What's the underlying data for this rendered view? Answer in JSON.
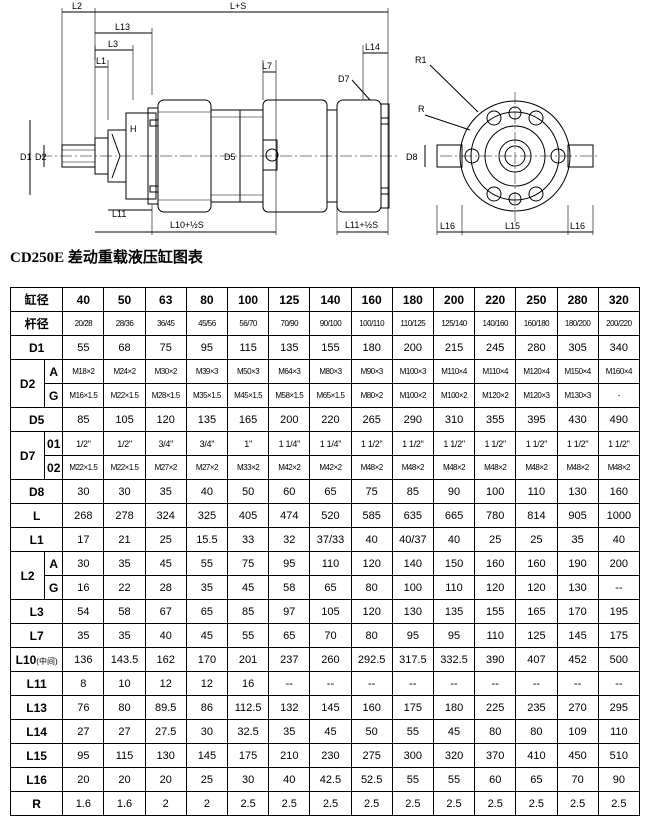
{
  "drawing": {
    "dim_labels": {
      "L2": "L2",
      "LS": "L+S",
      "L13": "L13",
      "L3": "L3",
      "L1": "L1",
      "L14": "L14",
      "L7": "L7",
      "D7": "D7",
      "H": "H",
      "D1": "D1",
      "D2": "D2",
      "D5": "D5",
      "L11": "L11",
      "L10": "L10+½S",
      "L11b": "L11+½S",
      "R1": "R1",
      "R": "R",
      "D8": "D8",
      "L16a": "L16",
      "L15": "L15",
      "L16b": "L16"
    }
  },
  "title": "CD250E 差动重载液压缸图表",
  "table": {
    "header_label": "缸径",
    "bores": [
      "40",
      "50",
      "63",
      "80",
      "100",
      "125",
      "140",
      "160",
      "180",
      "200",
      "220",
      "250",
      "280",
      "320"
    ],
    "rod_label": "杆径",
    "rods": [
      "20/28",
      "28/36",
      "36/45",
      "45/56",
      "56/70",
      "70/90",
      "90/100",
      "100/110",
      "110/125",
      "125/140",
      "140/160",
      "160/180",
      "180/200",
      "200/220"
    ],
    "rows": {
      "D1": {
        "label": "D1",
        "values": [
          "55",
          "68",
          "75",
          "95",
          "115",
          "135",
          "155",
          "180",
          "200",
          "215",
          "245",
          "280",
          "305",
          "340"
        ]
      },
      "D2A": {
        "label": "D2",
        "sub": "A",
        "values": [
          "M18×2",
          "M24×2",
          "M30×2",
          "M39×3",
          "M50×3",
          "M64×3",
          "M80×3",
          "M90×3",
          "M100×3",
          "M110×4",
          "M110×4",
          "M120×4",
          "M150×4",
          "M160×4"
        ]
      },
      "D2G": {
        "sub": "G",
        "values": [
          "M16×1.5",
          "M22×1.5",
          "M28×1.5",
          "M35×1.5",
          "M45×1.5",
          "M58×1.5",
          "M65×1.5",
          "M80×2",
          "M100×2",
          "M100×2",
          "M120×2",
          "M120×3",
          "M130×3",
          "-"
        ]
      },
      "D5": {
        "label": "D5",
        "values": [
          "85",
          "105",
          "120",
          "135",
          "165",
          "200",
          "220",
          "265",
          "290",
          "310",
          "355",
          "395",
          "430",
          "490"
        ]
      },
      "D701": {
        "label": "D7",
        "sub": "01",
        "values": [
          "1/2\"",
          "1/2\"",
          "3/4\"",
          "3/4\"",
          "1\"",
          "1 1/4\"",
          "1 1/4\"",
          "1 1/2\"",
          "1 1/2\"",
          "1 1/2\"",
          "1 1/2\"",
          "1 1/2\"",
          "1 1/2\"",
          "1 1/2\""
        ]
      },
      "D702": {
        "sub": "02",
        "values": [
          "M22×1.5",
          "M22×1.5",
          "M27×2",
          "M27×2",
          "M33×2",
          "M42×2",
          "M42×2",
          "M48×2",
          "M48×2",
          "M48×2",
          "M48×2",
          "M48×2",
          "M48×2",
          "M48×2"
        ]
      },
      "D8": {
        "label": "D8",
        "values": [
          "30",
          "30",
          "35",
          "40",
          "50",
          "60",
          "65",
          "75",
          "85",
          "90",
          "100",
          "110",
          "130",
          "160"
        ]
      },
      "L": {
        "label": "L",
        "values": [
          "268",
          "278",
          "324",
          "325",
          "405",
          "474",
          "520",
          "585",
          "635",
          "665",
          "780",
          "814",
          "905",
          "1000"
        ]
      },
      "L1": {
        "label": "L1",
        "values": [
          "17",
          "21",
          "25",
          "15.5",
          "33",
          "32",
          "37/33",
          "40",
          "40/37",
          "40",
          "25",
          "25",
          "35",
          "40"
        ]
      },
      "L2A": {
        "label": "L2",
        "sub": "A",
        "values": [
          "30",
          "35",
          "45",
          "55",
          "75",
          "95",
          "110",
          "120",
          "140",
          "150",
          "160",
          "160",
          "190",
          "200"
        ]
      },
      "L2G": {
        "sub": "G",
        "values": [
          "16",
          "22",
          "28",
          "35",
          "45",
          "58",
          "65",
          "80",
          "100",
          "110",
          "120",
          "120",
          "130",
          "--"
        ]
      },
      "L3": {
        "label": "L3",
        "values": [
          "54",
          "58",
          "67",
          "65",
          "85",
          "97",
          "105",
          "120",
          "130",
          "135",
          "155",
          "165",
          "170",
          "195"
        ]
      },
      "L7": {
        "label": "L7",
        "values": [
          "35",
          "35",
          "40",
          "45",
          "55",
          "65",
          "70",
          "80",
          "95",
          "95",
          "110",
          "125",
          "145",
          "175"
        ]
      },
      "L10": {
        "label": "L10",
        "label_suffix": "(中间)",
        "values": [
          "136",
          "143.5",
          "162",
          "170",
          "201",
          "237",
          "260",
          "292.5",
          "317.5",
          "332.5",
          "390",
          "407",
          "452",
          "500"
        ]
      },
      "L11": {
        "label": "L11",
        "values": [
          "8",
          "10",
          "12",
          "12",
          "16",
          "--",
          "--",
          "--",
          "--",
          "--",
          "--",
          "--",
          "--",
          "--"
        ]
      },
      "L13": {
        "label": "L13",
        "values": [
          "76",
          "80",
          "89.5",
          "86",
          "112.5",
          "132",
          "145",
          "160",
          "175",
          "180",
          "225",
          "235",
          "270",
          "295"
        ]
      },
      "L14": {
        "label": "L14",
        "values": [
          "27",
          "27",
          "27.5",
          "30",
          "32.5",
          "35",
          "45",
          "50",
          "55",
          "45",
          "80",
          "80",
          "109",
          "110"
        ]
      },
      "L15": {
        "label": "L15",
        "values": [
          "95",
          "115",
          "130",
          "145",
          "175",
          "210",
          "230",
          "275",
          "300",
          "320",
          "370",
          "410",
          "450",
          "510"
        ]
      },
      "L16": {
        "label": "L16",
        "values": [
          "20",
          "20",
          "20",
          "25",
          "30",
          "40",
          "42.5",
          "52.5",
          "55",
          "55",
          "60",
          "65",
          "70",
          "90"
        ]
      },
      "R": {
        "label": "R",
        "values": [
          "1.6",
          "1.6",
          "2",
          "2",
          "2.5",
          "2.5",
          "2.5",
          "2.5",
          "2.5",
          "2.5",
          "2.5",
          "2.5",
          "2.5",
          "2.5"
        ]
      }
    }
  }
}
